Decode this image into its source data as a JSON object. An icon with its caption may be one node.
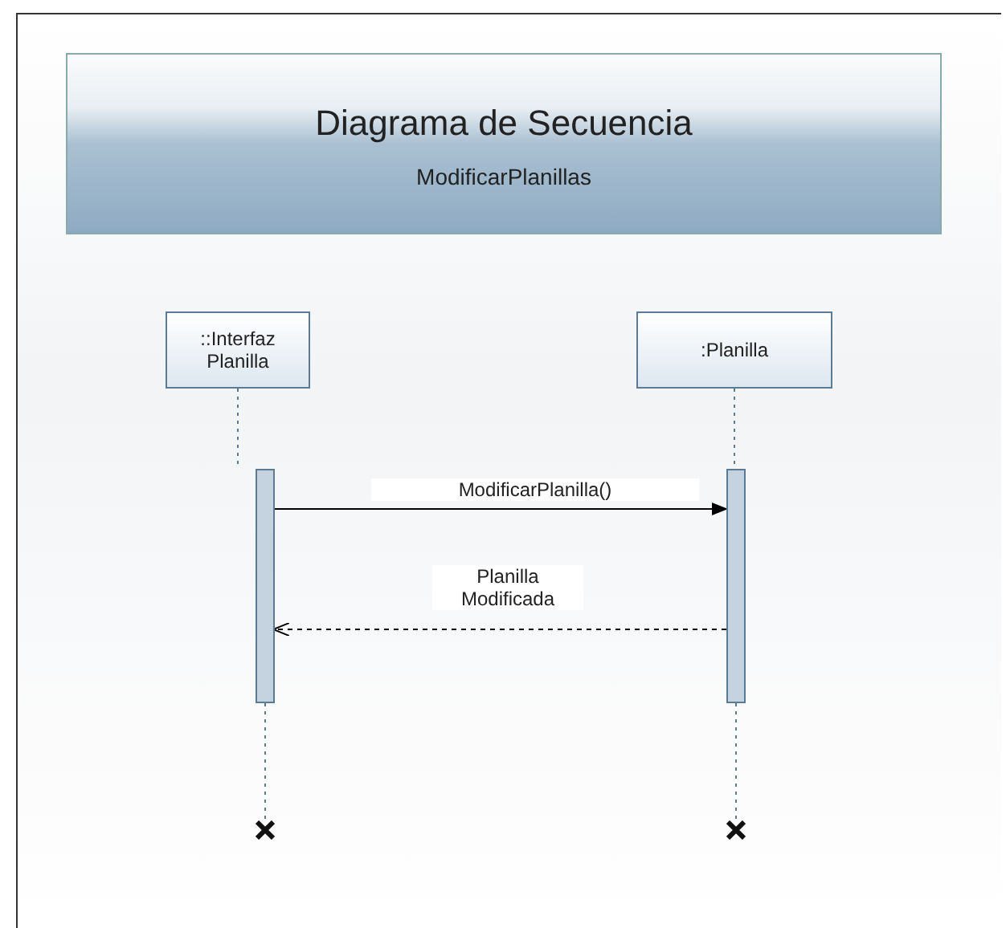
{
  "diagram": {
    "nodes": [
      {
        "text": [
          "Diagrama de Secuencia",
          "ModificarPlanillas"
        ]
      },
      {
        "text": [
          "::Interfaz Planilla"
        ]
      },
      {
        "text": [
          ":Planilla"
        ]
      },
      {
        "text": [],
        "shape": "bar"
      },
      {
        "text": [],
        "shape": "bar"
      },
      {
        "text": [],
        "shape": "cross"
      },
      {
        "text": [],
        "shape": "cross"
      }
    ],
    "edges": [
      {
        "from": 1,
        "to": 3,
        "arrow": "none",
        "style": "dashed"
      },
      {
        "from": 3,
        "to": 5,
        "arrow": "none",
        "style": "dashed"
      },
      {
        "from": 2,
        "to": 4,
        "arrow": "none",
        "style": "dashed"
      },
      {
        "from": 4,
        "to": 6,
        "arrow": "none",
        "style": "dashed"
      },
      {
        "from": 3,
        "to": 4,
        "label": "ModificarPlanilla()",
        "arrow": "to",
        "color": "#000000"
      },
      {
        "from": 4,
        "to": 3,
        "label": "Planilla Modificada",
        "arrow": "to",
        "style": "dashed",
        "color": "#000000"
      }
    ]
  }
}
